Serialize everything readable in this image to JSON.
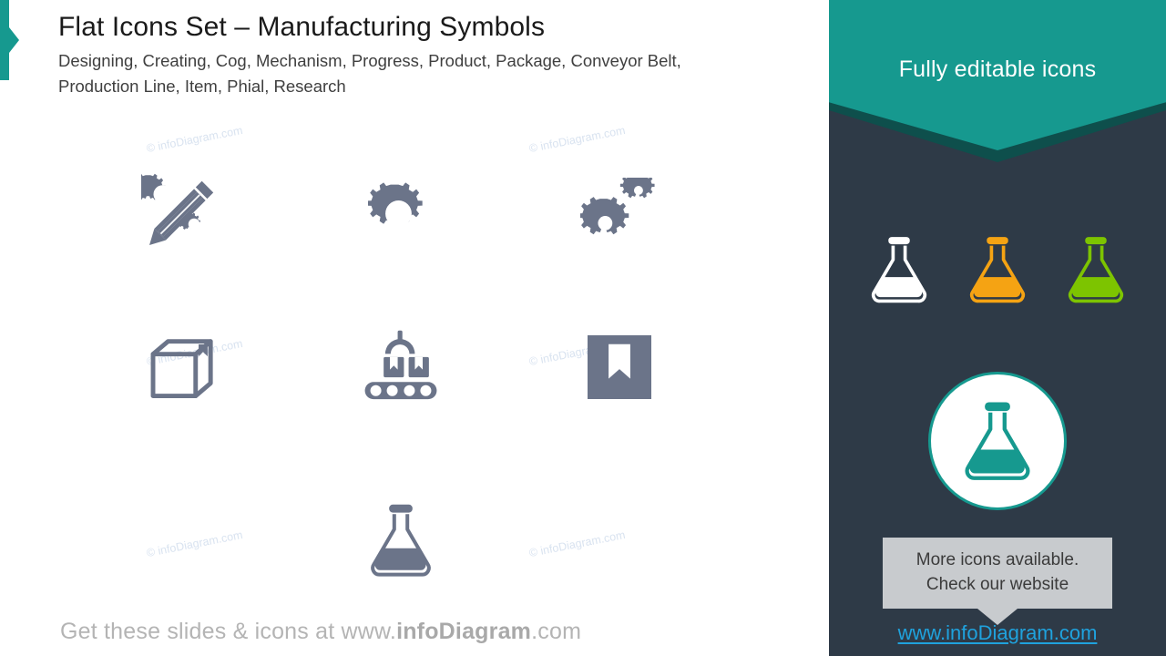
{
  "slide": {
    "title": "Flat Icons Set – Manufacturing  Symbols",
    "subtitle_line1": "Designing,  Creating,  Cog, Mechanism,  Progress, Product, Package, Conveyor Belt,",
    "subtitle_line2": "Production Line,  Item, Phial,  Research",
    "footer_prefix": "Get these slides & icons at www.",
    "footer_brand": "infoDiagram",
    "footer_suffix": ".com"
  },
  "watermark": {
    "text": "© infoDiagram.com"
  },
  "icons": [
    {
      "name": "designing-pencil-gears-icon",
      "label": "Designing"
    },
    {
      "name": "cog-icon",
      "label": "Cog"
    },
    {
      "name": "mechanism-gears-icon",
      "label": "Mechanism"
    },
    {
      "name": "package-box-icon",
      "label": "Package"
    },
    {
      "name": "conveyor-belt-icon",
      "label": "Conveyor Belt"
    },
    {
      "name": "item-bookmark-icon",
      "label": "Item"
    },
    {
      "name": "phial-flask-icon",
      "label": "Phial"
    }
  ],
  "right_panel": {
    "header_title": "Fully editable icons",
    "flasks": [
      {
        "name": "flask-white-icon",
        "color": "#FFFFFF",
        "fill": "#FFFFFF"
      },
      {
        "name": "flask-orange-icon",
        "color": "#F5A313",
        "fill": "#F5A313"
      },
      {
        "name": "flask-green-icon",
        "color": "#7DC400",
        "fill": "#7DC400"
      }
    ],
    "circle_icon": {
      "name": "flask-teal-circle-icon",
      "color": "#16998F"
    },
    "callout_line1": "More icons available.",
    "callout_line2": "Check our website",
    "link_text": "www.infoDiagram.com"
  },
  "colors": {
    "teal": "#16998F",
    "teal_dark": "#0E4F4C",
    "panel_dark": "#2E3A47",
    "icon_gray": "#6B7489",
    "callout_bg": "#C8CBCE",
    "link_blue": "#1FA2DD",
    "footer_gray": "#B4B4B4",
    "orange": "#F5A313",
    "green": "#7DC400",
    "watermark": "#D9E3F0"
  }
}
